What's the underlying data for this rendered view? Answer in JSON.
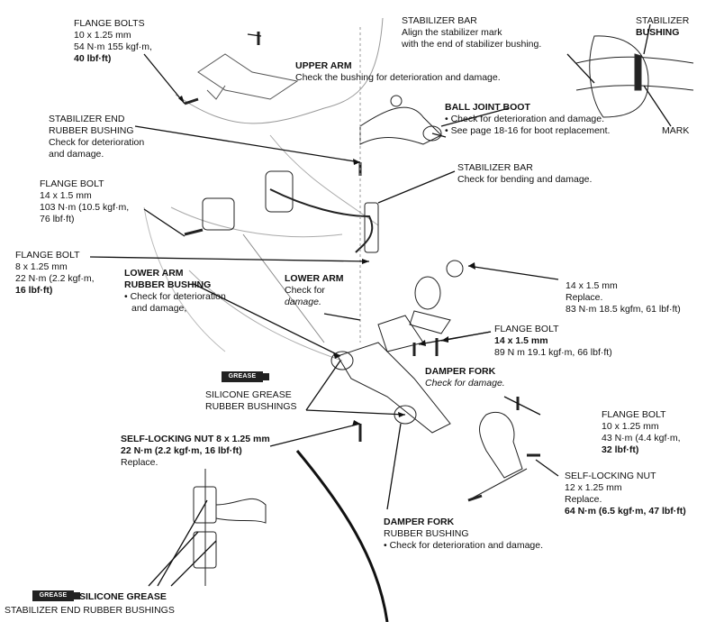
{
  "labels": {
    "flange_bolts_top": {
      "title": "FLANGE BOLTS",
      "size": "10 x 1.25 mm",
      "torque1": "54 N·m 155 kgf·m,",
      "torque2": "40 lbf·ft)"
    },
    "stab_bar_mark": {
      "title": "STABILIZER BAR",
      "l1": "Align the stabilizer mark",
      "l2": "with the end of stabilizer bushing."
    },
    "stab_bushing": {
      "l1": "STABILIZER",
      "l2": "BUSHING"
    },
    "mark": "MARK",
    "upper_arm": {
      "title": "UPPER ARM",
      "l1": "Check the bushing for deterioration and damage."
    },
    "ball_joint": {
      "title": "BALL JOINT BOOT",
      "l1": "• Check for deterioration and damage.",
      "l2": "• See page 18-16 for boot replacement."
    },
    "stab_end_bushing": {
      "t1": "STABILIZER END",
      "t2": "RUBBER BUSHING",
      "l1": "Check for deterioration",
      "l2": "and damage."
    },
    "stab_bar_check": {
      "title": "STABILIZER BAR",
      "l1": "Check for bending and damage."
    },
    "flange_bolt_left": {
      "title": "FLANGE BOLT",
      "size": "14 x 1.5 mm",
      "torque1": "103 N·m (10.5 kgf·m,",
      "torque2": "76 lbf·ft)"
    },
    "flange_bolt_8": {
      "title": "FLANGE BOLT",
      "size": "8 x 1.25 mm",
      "torque1": "22 N·m (2.2 kgf·m,",
      "torque2": "16 lbf·ft)"
    },
    "lower_arm_bushing": {
      "t1": "LOWER ARM",
      "t2": "RUBBER BUSHING",
      "l1": "• Check for deterioration",
      "l2": "and damage,"
    },
    "lower_arm": {
      "title": "LOWER ARM",
      "l1": "Check for",
      "l2": "damage."
    },
    "nut_14": {
      "size": "14 x 1.5 mm",
      "l1": "Replace.",
      "torque": "83 N·m 18.5 kgfm, 61 lbf·ft)"
    },
    "flange_bolt_mid": {
      "title": "FLANGE BOLT",
      "size": "14 x 1.5 mm",
      "torque": "89 N m 19.1 kgf·m, 66 lbf·ft)"
    },
    "damper_fork": {
      "title": "DAMPER FORK",
      "l1": "Check for damage."
    },
    "grease_1": {
      "tube": "GREASE",
      "l1": "SILICONE GREASE",
      "l2": "RUBBER BUSHINGS"
    },
    "flange_bolt_right": {
      "title": "FLANGE BOLT",
      "size": "10 x 1.25 mm",
      "torque1": "43 N·m (4.4 kgf·m,",
      "torque2": "32 lbf·ft)"
    },
    "self_lock_8": {
      "title": "SELF-LOCKING NUT 8 x 1.25 mm",
      "torque": "22 N·m (2.2 kgf·m, 16 lbf·ft)",
      "l1": "Replace."
    },
    "self_lock_12": {
      "title": "SELF-LOCKING NUT",
      "size": "12 x 1.25 mm",
      "l1": "Replace.",
      "torque": "64 N·m (6.5 kgf·m, 47 lbf·ft)"
    },
    "damper_fork_bushing": {
      "t1": "DAMPER FORK",
      "t2": "RUBBER BUSHING",
      "l1": "• Check for deterioration and damage."
    },
    "grease_2": {
      "tube": "GREASE",
      "l1": "SILICONE GREASE",
      "l2": "STABILIZER END RUBBER BUSHINGS"
    }
  }
}
